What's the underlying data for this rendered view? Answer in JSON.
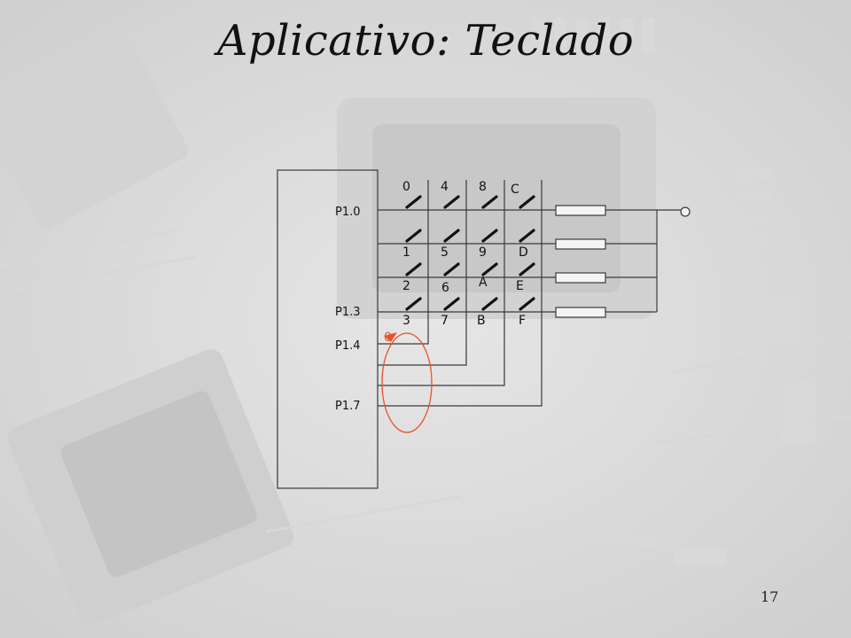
{
  "slide": {
    "title": "Aplicativo: Teclado",
    "number": "17"
  },
  "pins": {
    "p10": "P1.0",
    "p13": "P1.3",
    "p14": "P1.4",
    "p17": "P1.7"
  },
  "keys": [
    [
      "0",
      "4",
      "8",
      "C"
    ],
    [
      "1",
      "5",
      "9",
      "D"
    ],
    [
      "2",
      "6",
      "A",
      "E"
    ],
    [
      "3",
      "7",
      "B",
      "F"
    ]
  ],
  "annotation": {
    "value": "0",
    "color": "#e8542a"
  },
  "colors": {
    "wire": "#3a3a3a",
    "text": "#111111",
    "switch": "#111111"
  }
}
